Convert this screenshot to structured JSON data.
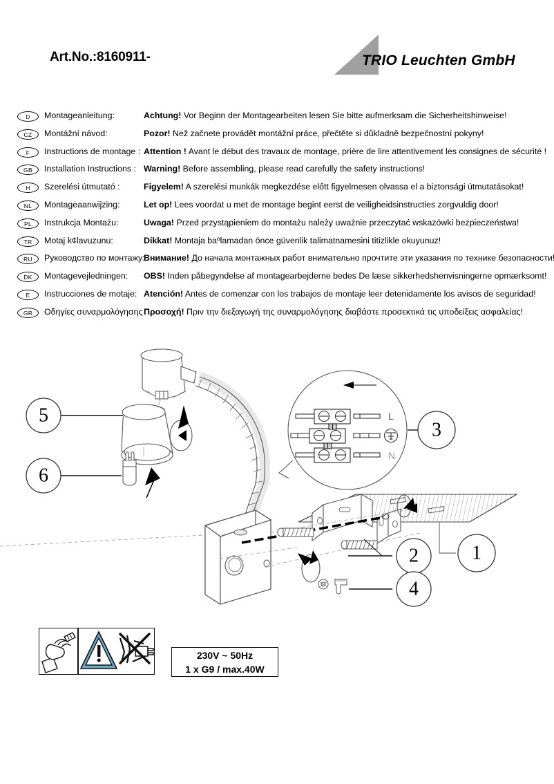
{
  "header": {
    "art_no": "Art.No.:8160911-",
    "brand": "TRIO Leuchten GmbH",
    "logo_icon": "trio-triangle-logo"
  },
  "languages": [
    {
      "code": "D",
      "name": "Montageanleitung:",
      "warn_bold": "Achtung!",
      "warn_rest": " Vor Beginn der Montagearbeiten lesen Sie bitte aufmerksam die Sicherheitshinweise!"
    },
    {
      "code": "CZ",
      "name": "Montážní návod:",
      "warn_bold": "Pozor!",
      "warn_rest": " Než začnete provádět montážní práce, přečtěte si důkladně bezpečnostní pokyny!"
    },
    {
      "code": "F",
      "name": "Instructions de montage :",
      "warn_bold": "Attention  !",
      "warn_rest": " Avant le début des travaux de montage, prière de lire attentivement les consignes de sécurité !"
    },
    {
      "code": "GB",
      "name": "Installation Instructions :",
      "warn_bold": "Warning!",
      "warn_rest": " Before assembling, please read carefully the safety instructions!"
    },
    {
      "code": "H",
      "name": "Szerelési útmutató :",
      "warn_bold": "Figyelem!",
      "warn_rest": " A szerelési munkák megkezdése előtt figyelmesen olvassa el a biztonsági útmutatásokat!"
    },
    {
      "code": "NL",
      "name": "Montageaanwijzing:",
      "warn_bold": "Let op!",
      "warn_rest": " Lees voordat u met de montage begint eerst de veiligheidsinstructies zorgvuldig door!"
    },
    {
      "code": "PL",
      "name": "Instrukcja Montażu:",
      "warn_bold": "Uwaga!",
      "warn_rest": " Przed przystąpieniem do montażu należy uważnie przeczytać wskazówki bezpieczeństwa!"
    },
    {
      "code": "TR",
      "name": "Motaj k¢lavuzunu:",
      "warn_bold": "Dikkat!",
      "warn_rest": " Montaja baºlamadan önce güvenlik talimatnamesini titizlikle okuyunuz!"
    },
    {
      "code": "RU",
      "name": "Руководство по монтажу:",
      "warn_bold": "Внимание!",
      "warn_rest": " До начала монтажных работ внимательно прочтите эти указания по технике безопасности!"
    },
    {
      "code": "DK",
      "name": "Montagevejledningen:",
      "warn_bold": "OBS!",
      "warn_rest": " Inden påbegyndelse af montagearbejderne bedes De læse sikkerhedshenvisningerne opmærksomt!"
    },
    {
      "code": "E",
      "name": "Instrucciones de motaje:",
      "warn_bold": "Atención!",
      "warn_rest": " Antes de comenzar con los trabajos de montaje leer detenidamente los avisos de seguridad!"
    },
    {
      "code": "GR",
      "name": "Οδηγίες συναρμολόγησης",
      "warn_bold": "Προσοχή!",
      "warn_rest": " Πριν την διεξαγωγή της συναρμολόγησης διαβάστε προσεκτικά τις υποδείξεις ασφαλείας!"
    }
  ],
  "diagram": {
    "callouts": [
      {
        "id": "1",
        "label": "1",
        "target": "wall-surface"
      },
      {
        "id": "2",
        "label": "2",
        "target": "wall-bracket-screws"
      },
      {
        "id": "3",
        "label": "3",
        "target": "terminal-block-detail"
      },
      {
        "id": "4",
        "label": "4",
        "target": "cover-screw"
      },
      {
        "id": "5",
        "label": "5",
        "target": "lamp-shade"
      },
      {
        "id": "6",
        "label": "6",
        "target": "g9-bulb"
      }
    ],
    "terminal_labels": {
      "live": "L",
      "neutral": "N",
      "earth_icon": "earth-ground-icon"
    }
  },
  "footer": {
    "pictograms": [
      {
        "name": "hand-holding-bulb-icon"
      },
      {
        "name": "warning-triangle-no-contact-icon"
      }
    ],
    "spec_line_1": "230V ~ 50Hz",
    "spec_line_2": "1 x G9 / max.40W"
  }
}
